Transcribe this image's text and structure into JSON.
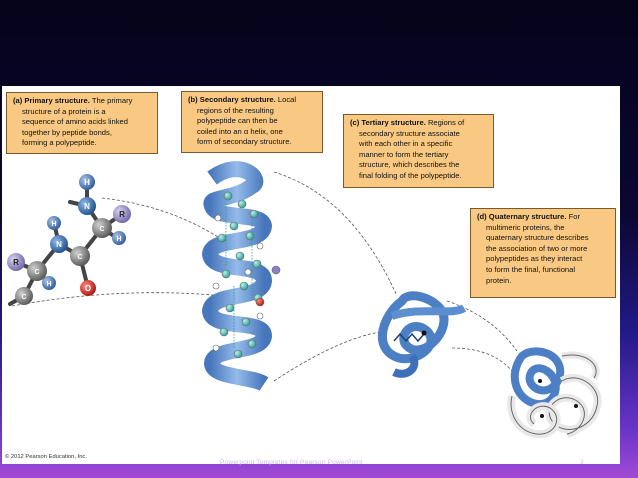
{
  "boxes": {
    "primary": {
      "title": "(a) Primary structure.",
      "lines": [
        "The primary",
        "structure of a protein is a",
        "sequence of amino acids linked",
        "together by peptide bonds,",
        "forming a polypeptide."
      ]
    },
    "secondary": {
      "title": "(b) Secondary structure.",
      "lines": [
        "Local",
        "regions of the resulting",
        "polypeptide can then be",
        "coiled into an α helix, one",
        "form of secondary structure."
      ]
    },
    "tertiary": {
      "title": "(c) Tertiary structure.",
      "lines": [
        "Regions of",
        "secondary structure associate",
        "with each other in a specific",
        "manner to form the tertiary",
        "structure, which describes the",
        "final folding of the polypeptide."
      ]
    },
    "quaternary": {
      "title": "(d) Quaternary structure.",
      "lines": [
        "For",
        "multimeric proteins, the",
        "quaternary structure describes",
        "the association of two or more",
        "polypeptides as they interact",
        "to form the final, functional",
        "protein."
      ]
    }
  },
  "atoms": {
    "H": "H",
    "N": "N",
    "C": "C",
    "R": "R",
    "O": "O"
  },
  "copyright": "© 2012 Pearson Education, Inc.",
  "footer": "Powerpoint Templates for Pearson PowerPoint",
  "page_number": "3",
  "colors": {
    "box": "#f9c983",
    "helix": "#5b8fd0",
    "carbon": "#888888",
    "nitrogen": "#2f6fb3",
    "hydrogen": "#4b78b5",
    "oxygen": "#d6271d",
    "rgroup": "#9c90c4"
  }
}
